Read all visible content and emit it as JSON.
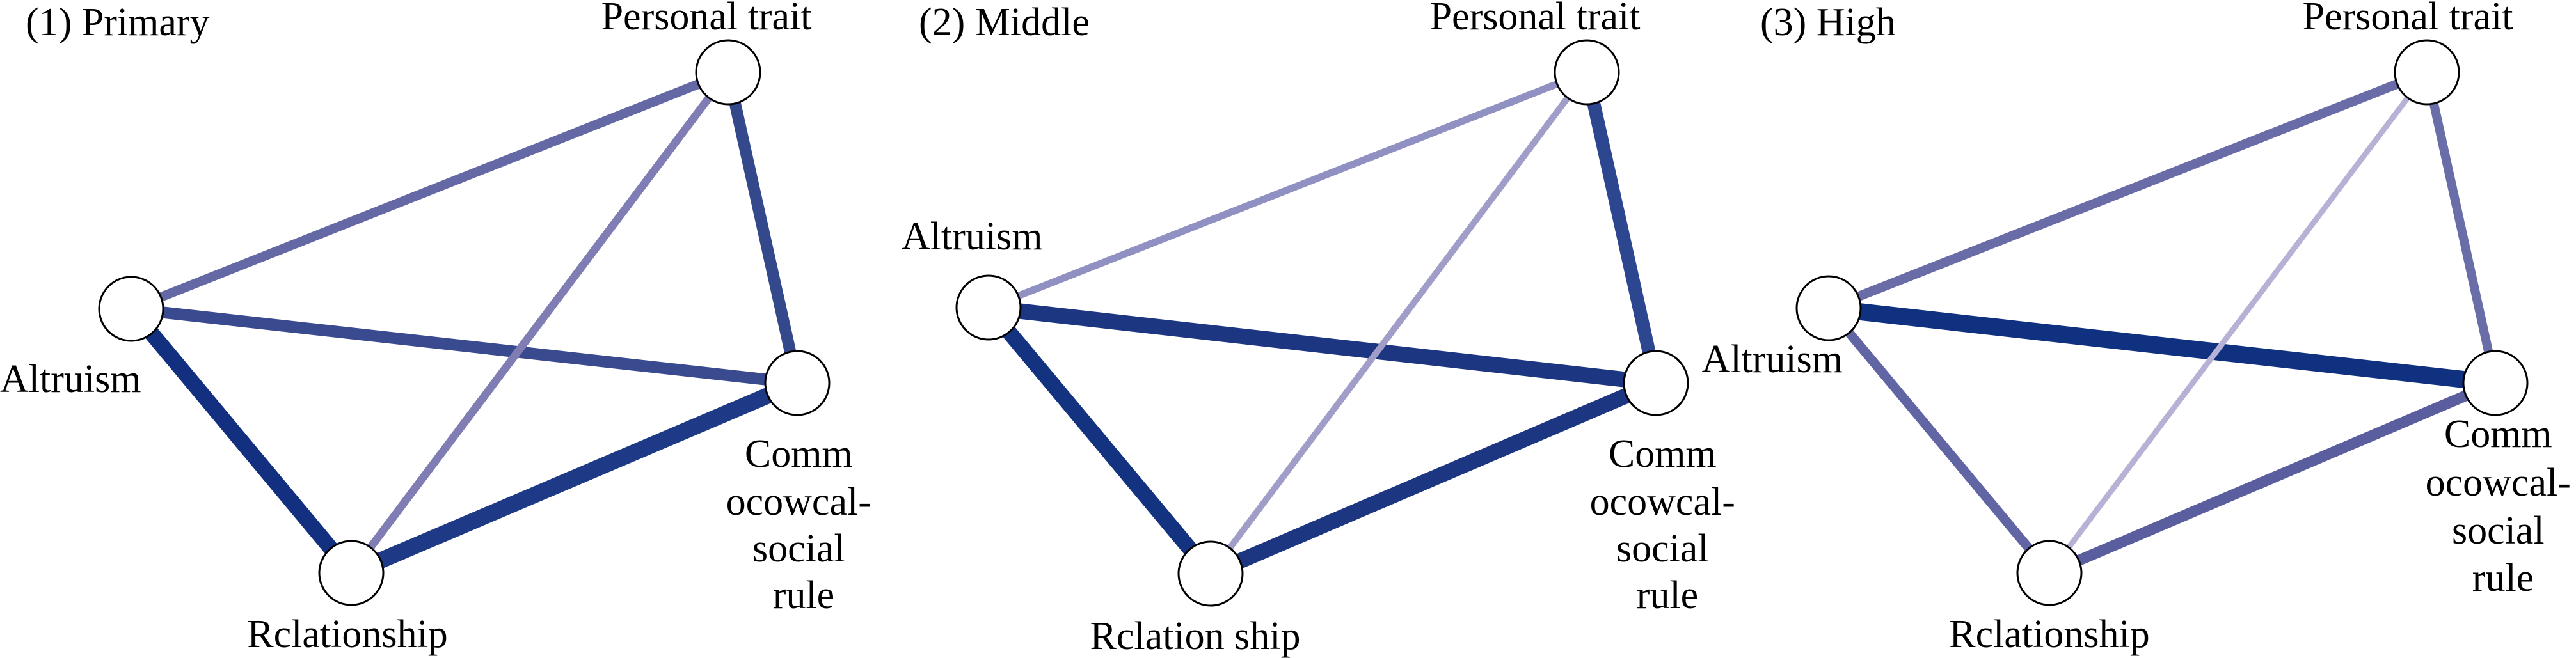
{
  "figure": {
    "node_ids": [
      "personal_trait",
      "altruism",
      "comm_rule",
      "relationship"
    ],
    "panels": [
      {
        "title": "(1) Primary",
        "labels": {
          "personal_trait": [
            "Personal trait"
          ],
          "altruism": [
            "Altruism"
          ],
          "comm_rule": [
            "Comm",
            "ocowcal-",
            "social",
            "rule"
          ],
          "relationship": [
            "Rclationship"
          ]
        },
        "edges": [
          {
            "from": "altruism",
            "to": "personal_trait",
            "strength": 0.45,
            "color": "#6468a4"
          },
          {
            "from": "altruism",
            "to": "comm_rule",
            "strength": 0.6,
            "color": "#3a4a8e"
          },
          {
            "from": "altruism",
            "to": "relationship",
            "strength": 0.85,
            "color": "#12307f"
          },
          {
            "from": "personal_trait",
            "to": "comm_rule",
            "strength": 0.6,
            "color": "#34498c"
          },
          {
            "from": "personal_trait",
            "to": "relationship",
            "strength": 0.35,
            "color": "#7f7db4"
          },
          {
            "from": "comm_rule",
            "to": "relationship",
            "strength": 0.9,
            "color": "#1e3a86"
          }
        ]
      },
      {
        "title": "(2) Middle",
        "labels": {
          "personal_trait": [
            "Personal trait"
          ],
          "altruism": [
            "Altruism"
          ],
          "comm_rule": [
            "Comm",
            "ocowcal-",
            "social",
            "rule"
          ],
          "relationship": [
            "Rclation ship"
          ]
        },
        "edges": [
          {
            "from": "altruism",
            "to": "personal_trait",
            "strength": 0.3,
            "color": "#9190c2"
          },
          {
            "from": "altruism",
            "to": "comm_rule",
            "strength": 0.85,
            "color": "#1c3682"
          },
          {
            "from": "altruism",
            "to": "relationship",
            "strength": 0.85,
            "color": "#13327f"
          },
          {
            "from": "personal_trait",
            "to": "comm_rule",
            "strength": 0.7,
            "color": "#2c4690"
          },
          {
            "from": "personal_trait",
            "to": "relationship",
            "strength": 0.25,
            "color": "#a09dc8"
          },
          {
            "from": "comm_rule",
            "to": "relationship",
            "strength": 0.85,
            "color": "#1c3682"
          }
        ]
      },
      {
        "title": "(3) High",
        "labels": {
          "personal_trait": [
            "Personal trait"
          ],
          "altruism": [
            "Altruism"
          ],
          "comm_rule": [
            "Comm",
            "ocowcal-",
            "social",
            "rule"
          ],
          "relationship": [
            "Rclationship"
          ]
        },
        "edges": [
          {
            "from": "altruism",
            "to": "personal_trait",
            "strength": 0.45,
            "color": "#6a6ca8"
          },
          {
            "from": "altruism",
            "to": "comm_rule",
            "strength": 0.95,
            "color": "#103080"
          },
          {
            "from": "altruism",
            "to": "relationship",
            "strength": 0.45,
            "color": "#6265a3"
          },
          {
            "from": "personal_trait",
            "to": "comm_rule",
            "strength": 0.42,
            "color": "#6a6ea8"
          },
          {
            "from": "personal_trait",
            "to": "relationship",
            "strength": 0.2,
            "color": "#b5b2d6"
          },
          {
            "from": "comm_rule",
            "to": "relationship",
            "strength": 0.55,
            "color": "#5a5e9e"
          }
        ]
      }
    ]
  }
}
